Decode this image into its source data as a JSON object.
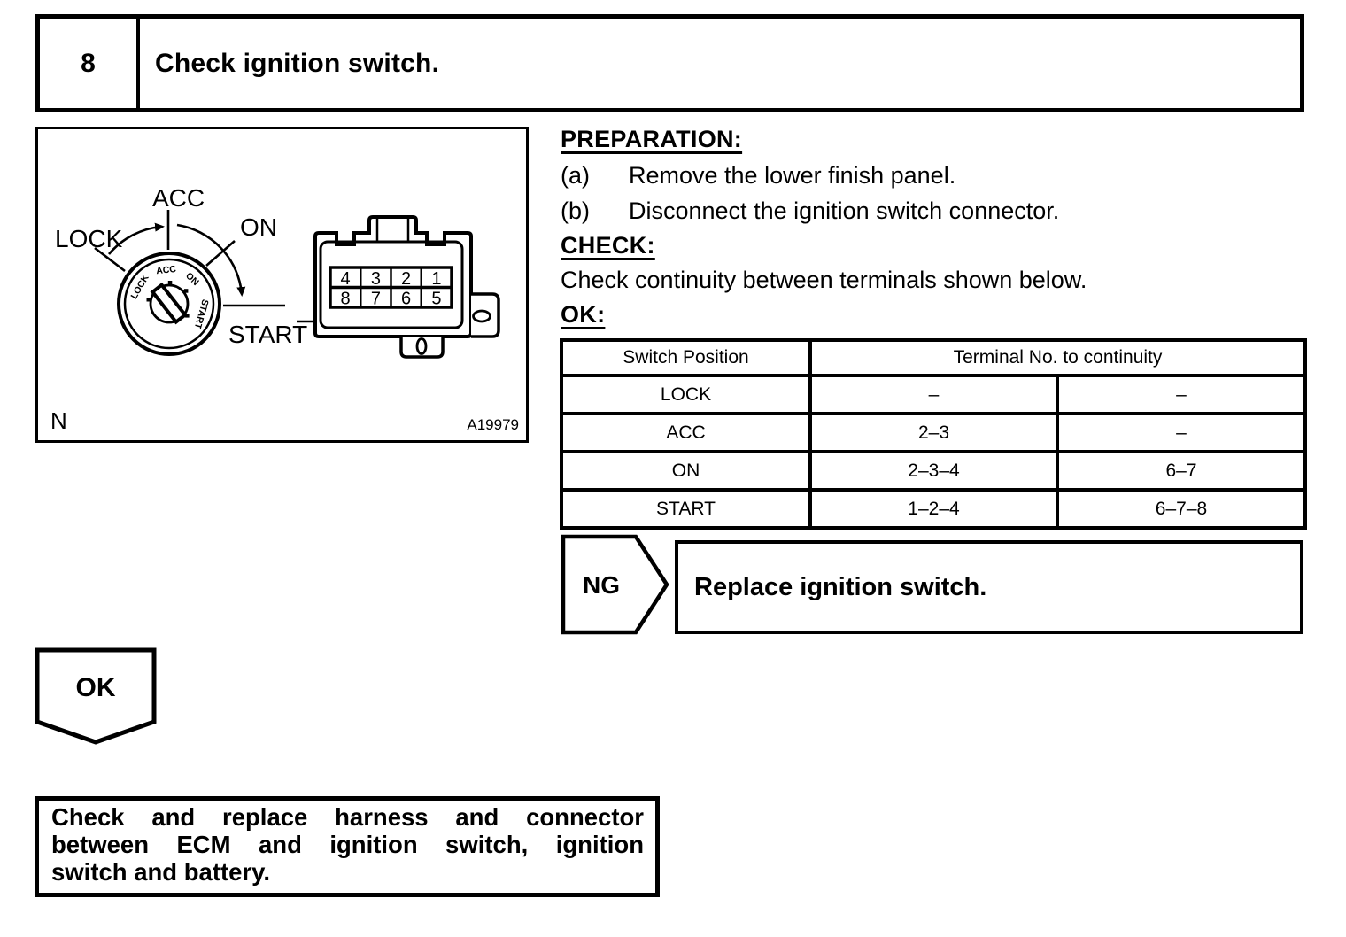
{
  "step": {
    "number": "8",
    "title": "Check ignition switch."
  },
  "figure": {
    "callouts": {
      "lock": "LOCK",
      "acc": "ACC",
      "on": "ON",
      "start": "START"
    },
    "dial_labels": {
      "lock": "LOCK",
      "acc": "ACC",
      "on": "ON",
      "start": "START"
    },
    "connector_pins_row1": [
      "4",
      "3",
      "2",
      "1"
    ],
    "connector_pins_row2": [
      "8",
      "7",
      "6",
      "5"
    ],
    "note": "N",
    "figure_id": "A19979"
  },
  "procedure": {
    "preparation_heading": "PREPARATION:",
    "substeps": [
      {
        "label": "(a)",
        "text": "Remove the lower finish panel."
      },
      {
        "label": "(b)",
        "text": "Disconnect the ignition switch connector."
      }
    ],
    "check_heading": "CHECK:",
    "check_text": "Check continuity between terminals shown below.",
    "ok_heading": "OK:"
  },
  "table": {
    "col1_header": "Switch Position",
    "col23_header": "Terminal No. to continuity",
    "rows": [
      {
        "position": "LOCK",
        "terminals_a": "–",
        "terminals_b": "–"
      },
      {
        "position": "ACC",
        "terminals_a": "2–3",
        "terminals_b": "–"
      },
      {
        "position": "ON",
        "terminals_a": "2–3–4",
        "terminals_b": "6–7"
      },
      {
        "position": "START",
        "terminals_a": "1–2–4",
        "terminals_b": "6–7–8"
      }
    ]
  },
  "flow": {
    "ng_label": "NG",
    "ng_action": "Replace ignition switch.",
    "ok_label": "OK",
    "ok_action_lines": [
      "Check and replace harness and connector",
      "between ECM and ignition switch, ignition",
      "switch and battery."
    ]
  }
}
